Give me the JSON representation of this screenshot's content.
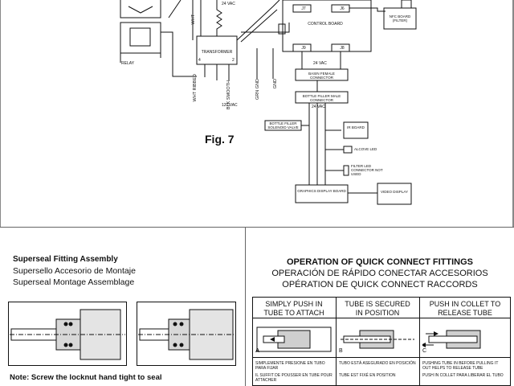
{
  "diagram": {
    "fig_label": "Fig. 7",
    "relay_label": "RELAY",
    "transformer_label": "TRANSFORMER",
    "transformer_pin_left": "4",
    "transformer_pin_right": "2",
    "vac_top": "24 VAC",
    "vac_bottom": "120 VAC",
    "wht_label": "WHT",
    "wht_ribbed": "WHT RIBBED",
    "blk_smooth": "BLK SMOOTH",
    "grn_gnd": "GRN GND",
    "gnd_label": "GND",
    "control_board": "CONTROL BOARD",
    "j7": "J7",
    "j6": "J6",
    "j9": "J9",
    "j8": "J8",
    "vac_control": "24 VAC",
    "nfc_board": "NFC BOARD (FILTER)",
    "basin_connector": "BASIN FEMALE CONNECTOR",
    "bottle_filler_connector": "BOTTLE FILLER MALE CONNECTOR",
    "vac_filler": "24 VAC",
    "solenoid_valve": "BOTTLE FILLER SOLENOID VALVE",
    "ir_board": "IR BOARD",
    "alcove_led": "ALCOVE LED",
    "filter_led": "FILTER LED CONNECTOR NOT USED",
    "graphics_board": "GRAPHICS DISPLAY BOARD",
    "video_display": "VIDEO DISPLAY"
  },
  "superseal": {
    "title": "Superseal Fitting Assembly",
    "subtitle_es": "Supersello Accesorio de Montaje",
    "subtitle_fr": "Superseal Montage Assemblage",
    "note": "Note:  Screw the locknut hand tight to seal"
  },
  "quick_connect": {
    "title": "OPERATION OF QUICK CONNECT FITTINGS",
    "title_es": "OPERACIÓN DE RÁPIDO CONECTAR ACCESORIOS",
    "title_fr": "OPÉRATION DE QUICK CONNECT RACCORDS",
    "columns": [
      {
        "heading": "SIMPLY PUSH IN TUBE TO ATTACH",
        "letter": "A",
        "text_es": "SIMPLEMENTE PRESIONE EN TUBO PARA FIJAR",
        "text_fr": "IL SUFFIT DE POUSSER EN TUBE POUR ATTACHER"
      },
      {
        "heading": "TUBE IS SECURED IN POSITION",
        "letter": "B",
        "text_es": "TUBO ESTÁ ASEGURADO EN POSICIÓN",
        "text_fr": "TUBE EST FIXÉ EN POSITION"
      },
      {
        "heading": "PUSH IN COLLET TO RELEASE TUBE",
        "letter": "C",
        "text_es": "PUSHING TUBE IN BEFORE PULLING IT OUT HELPS TO RELEASE TUBE",
        "text_fr": "PUSH IN COLLET PARA LIBERAR EL TUBO"
      }
    ]
  }
}
